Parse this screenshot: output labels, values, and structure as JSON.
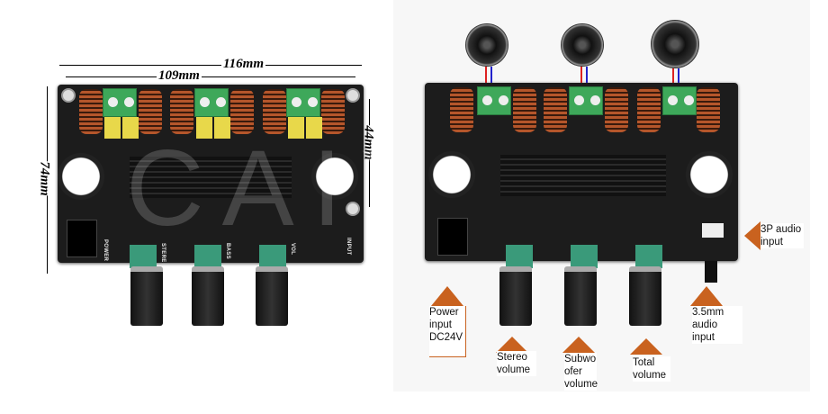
{
  "dimensions": {
    "width_outer": "116mm",
    "width_holes": "109mm",
    "height_outer": "74mm",
    "height_holes": "44mm"
  },
  "board_silkscreen": {
    "pot_labels": [
      "STERE",
      "BASS",
      "VOL"
    ],
    "power": "POWER",
    "input": "INPUT"
  },
  "watermark": "CAIYU",
  "annotations": {
    "power_input": "Power input DC24V",
    "stereo_volume": "Stereo volume",
    "subwoofer_volume": "Subwo ofer volume",
    "total_volume": "Total volume",
    "audio_35mm": "3.5mm audio input",
    "audio_3p": "3P audio input"
  },
  "colors": {
    "arrow": "#c9621f",
    "pcb": "#1c1c1c"
  }
}
